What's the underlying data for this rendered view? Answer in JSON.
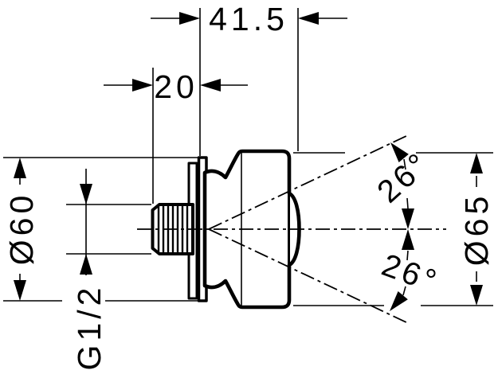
{
  "drawing": {
    "background_color": "#ffffff",
    "line_color": "#000000",
    "labels": {
      "depth_total": "41.5",
      "depth_thread": "20",
      "plate_diameter": "Ø60",
      "thread_size": "G1/2",
      "body_diameter": "Ø65",
      "spray_angle_upper": "26°",
      "spray_angle_lower": "26°"
    }
  }
}
